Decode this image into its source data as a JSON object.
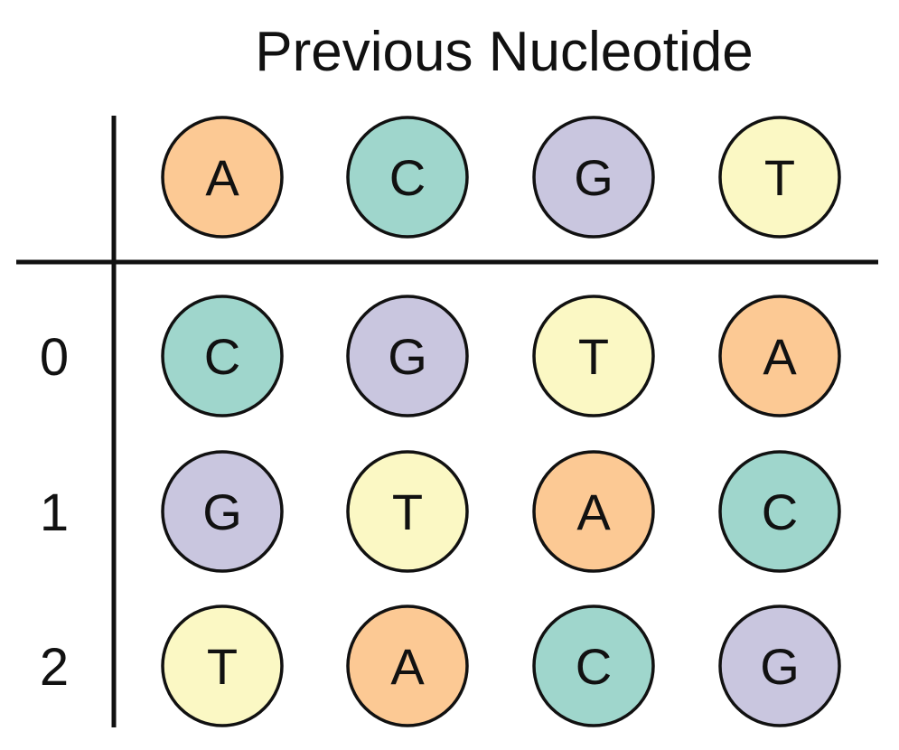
{
  "title": "Previous Nucleotide",
  "colors": {
    "A": "#fcc994",
    "C": "#9fd6cc",
    "G": "#c9c6df",
    "T": "#fbf8c4",
    "stroke": "#111111"
  },
  "header": [
    "A",
    "C",
    "G",
    "T"
  ],
  "rows": [
    {
      "label": "0",
      "cells": [
        "C",
        "G",
        "T",
        "A"
      ]
    },
    {
      "label": "1",
      "cells": [
        "G",
        "T",
        "A",
        "C"
      ]
    },
    {
      "label": "2",
      "cells": [
        "T",
        "A",
        "C",
        "G"
      ]
    }
  ]
}
